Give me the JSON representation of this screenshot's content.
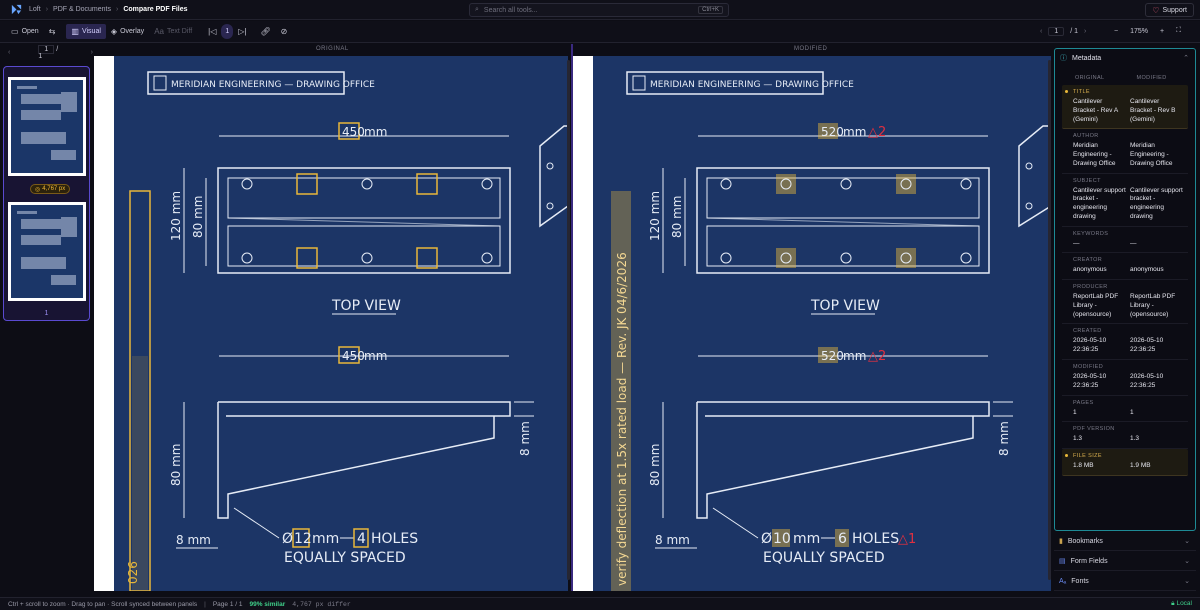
{
  "topbar": {
    "breadcrumb": [
      "Loft",
      "PDF & Documents",
      "Compare PDF Files"
    ],
    "search_placeholder": "Search all tools...",
    "search_shortcut": "Ctrl+K",
    "support_label": "Support"
  },
  "toolbar": {
    "open": "Open",
    "visual": "Visual",
    "overlay": "Overlay",
    "text_diff": "Text Diff",
    "diff_index": "1",
    "page_current": "1",
    "page_total": "/ 1",
    "zoom": "175%"
  },
  "thumbnails": {
    "page_current": "1",
    "page_total": "/ 1",
    "badge": "4,767 px",
    "page_number": "1"
  },
  "panels": {
    "left_label": "ORIGINAL",
    "right_label": "MODIFIED"
  },
  "drawing": {
    "header": "MERIDIAN ENGINEERING — DRAWING OFFICE",
    "top_view": "TOP VIEW",
    "dim_120": "120 mm",
    "dim_80": "80 mm",
    "dim_8": "8 mm",
    "unit_mm": "mm",
    "holes": "HOLES",
    "equally": "EQUALLY SPACED",
    "original": {
      "width": "450",
      "hole_d": "12",
      "hole_count": "4",
      "phi": "Ø"
    },
    "modified": {
      "width": "520",
      "hole_d": "10",
      "hole_count": "6",
      "phi": "Ø",
      "rev2": "△2",
      "rev1": "△1",
      "stamp": "verify deflection at 1.5x rated load — Rev. JK 04/6/2026"
    },
    "left_edge_text": "026"
  },
  "metadata": {
    "title": "Metadata",
    "col_original": "ORIGINAL",
    "col_modified": "MODIFIED",
    "rows": [
      {
        "key": "TITLE",
        "original": "Cantilever Bracket - Rev A (Gemini)",
        "modified": "Cantilever Bracket - Rev B (Gemini)",
        "changed": true
      },
      {
        "key": "AUTHOR",
        "original": "Meridian Engineering - Drawing Office",
        "modified": "Meridian Engineering - Drawing Office",
        "changed": false
      },
      {
        "key": "SUBJECT",
        "original": "Cantilever support bracket - engineering drawing",
        "modified": "Cantilever support bracket - engineering drawing",
        "changed": false
      },
      {
        "key": "KEYWORDS",
        "original": "—",
        "modified": "—",
        "changed": false
      },
      {
        "key": "CREATOR",
        "original": "anonymous",
        "modified": "anonymous",
        "changed": false
      },
      {
        "key": "PRODUCER",
        "original": "ReportLab PDF Library - (opensource)",
        "modified": "ReportLab PDF Library - (opensource)",
        "changed": false
      },
      {
        "key": "CREATED",
        "original": "2026-05-10 22:36:25",
        "modified": "2026-05-10 22:36:25",
        "changed": false
      },
      {
        "key": "MODIFIED",
        "original": "2026-05-10 22:36:25",
        "modified": "2026-05-10 22:36:25",
        "changed": false
      },
      {
        "key": "PAGES",
        "original": "1",
        "modified": "1",
        "changed": false
      },
      {
        "key": "PDF VERSION",
        "original": "1.3",
        "modified": "1.3",
        "changed": false
      },
      {
        "key": "FILE SIZE",
        "original": "1.8 MB",
        "modified": "1.9 MB",
        "changed": true
      }
    ]
  },
  "accordions": {
    "bookmarks": "Bookmarks",
    "form_fields": "Form Fields",
    "fonts": "Fonts"
  },
  "status": {
    "hint": "Ctrl + scroll to zoom · Drag to pan · Scroll synced between panels",
    "page": "Page 1 / 1",
    "similar": "99% similar",
    "differ": "4,767 px differ",
    "local": "Local"
  },
  "colors": {
    "accent": "#6b5ce7",
    "highlight": "#e8b73a",
    "rev": "#e03040",
    "blueprint": "#1c3566",
    "teal": "#1e8a95"
  }
}
